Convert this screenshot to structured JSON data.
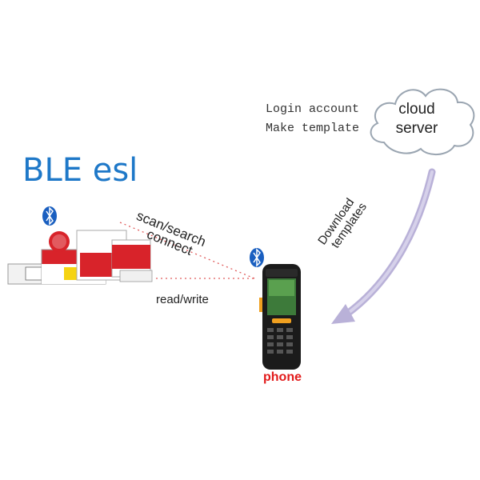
{
  "cloud": {
    "line1": "cloud",
    "line2": "server"
  },
  "left_notes": {
    "line1": "Login account",
    "line2": "Make template"
  },
  "title": "BLE esl",
  "scan_label": "scan/search",
  "connect_label": "connect",
  "readwrite_label": "read/write",
  "download": {
    "line1": "Download",
    "line2": "templates"
  },
  "phone_label": "phone",
  "colors": {
    "title": "#1e78c8",
    "phone_label": "#e21a1a",
    "arrow": "#b9b1d8",
    "bluetooth": "#1a5fc0",
    "dotted_line": "#e05a5a"
  }
}
